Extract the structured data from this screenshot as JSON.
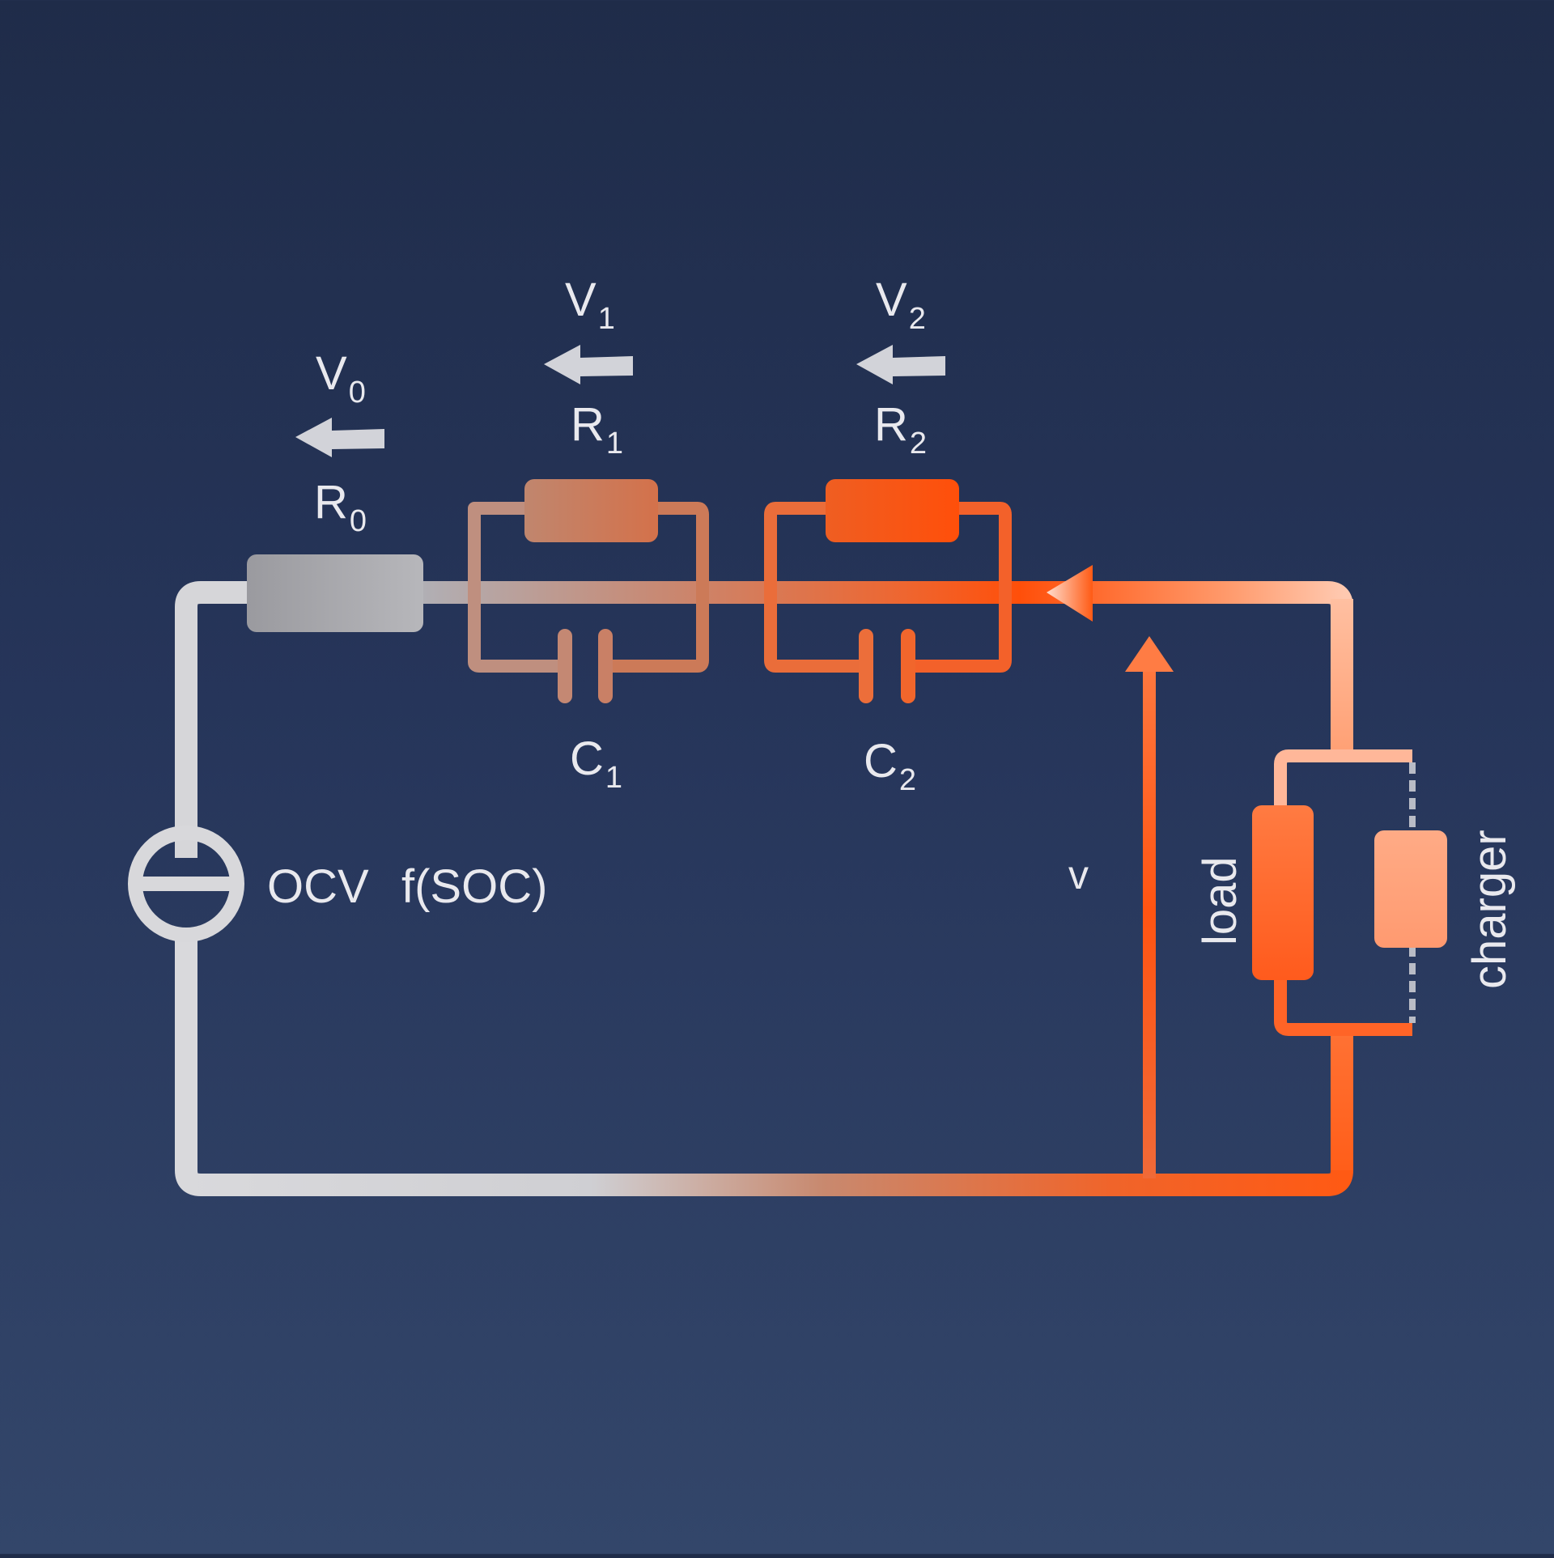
{
  "colors": {
    "background_top": "#1f2c49",
    "background_bottom": "#33466a",
    "wire_gray": "#d9d9dc",
    "accent_orange": "#ff5a14",
    "label": "#e9e9ee"
  },
  "labels": {
    "r0": {
      "main": "R",
      "sub": "0"
    },
    "r1": {
      "main": "R",
      "sub": "1"
    },
    "r2": {
      "main": "R",
      "sub": "2"
    },
    "c1": {
      "main": "C",
      "sub": "1"
    },
    "c2": {
      "main": "C",
      "sub": "2"
    },
    "v0": {
      "main": "V",
      "sub": "0"
    },
    "v1": {
      "main": "V",
      "sub": "1"
    },
    "v2": {
      "main": "V",
      "sub": "2"
    },
    "ocv": "OCV",
    "fsoc": "f(SOC)",
    "v": "v",
    "load": "load",
    "charger": "charger"
  },
  "icons": {
    "voltage_source": "voltage-source-icon",
    "resistor": "resistor-icon",
    "capacitor": "capacitor-icon",
    "arrow": "arrow-left-icon"
  }
}
